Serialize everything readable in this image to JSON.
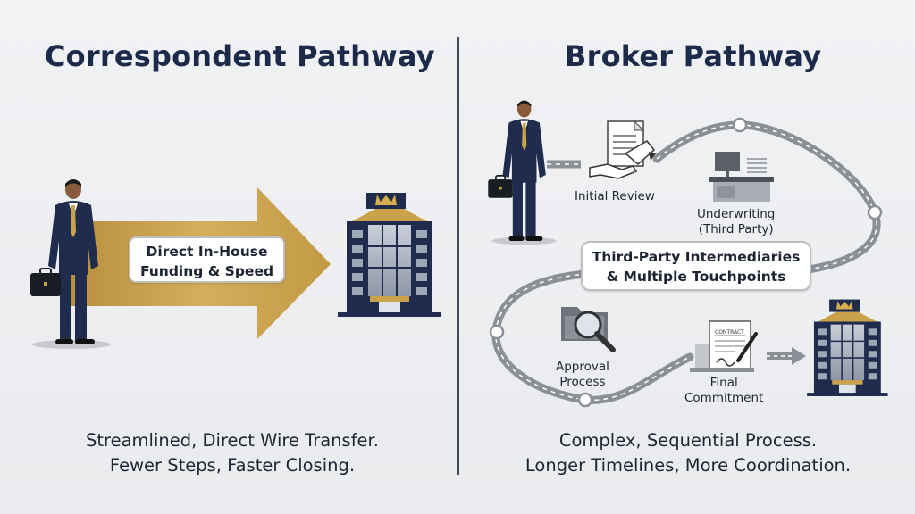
{
  "left": {
    "title": "Correspondent Pathway",
    "arrow_label_line1": "Direct In-House",
    "arrow_label_line2": "Funding & Speed",
    "caption_line1": "Streamlined, Direct Wire Transfer.",
    "caption_line2": "Fewer Steps, Faster Closing."
  },
  "right": {
    "title": "Broker Pathway",
    "center_label_line1": "Third-Party Intermediaries",
    "center_label_line2": "& Multiple Touchpoints",
    "steps": {
      "initial_review": "Initial Review",
      "underwriting_line1": "Underwriting",
      "underwriting_line2": "(Third Party)",
      "approval_line1": "Approval",
      "approval_line2": "Process",
      "final_line1": "Final",
      "final_line2": "Commitment",
      "contract_text": "CONTRACT"
    },
    "caption_line1": "Complex, Sequential Process.",
    "caption_line2": "Longer Timelines, More Coordination."
  },
  "colors": {
    "navy": "#1d2b4a",
    "gold": "#c9a24a",
    "road": "#8b8f96",
    "background": "#eceef0"
  },
  "icons": [
    "businessman-icon",
    "briefcase-icon",
    "building-icon",
    "crown-icon",
    "document-icon",
    "desk-computer-icon",
    "magnifier-folder-icon",
    "contract-pen-icon"
  ]
}
